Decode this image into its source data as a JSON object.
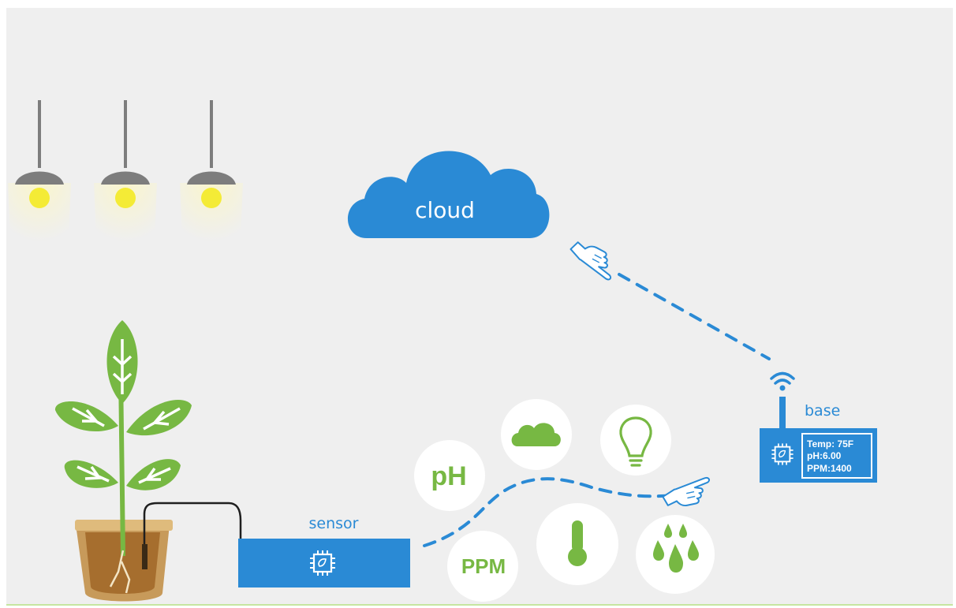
{
  "labels": {
    "cloud": "cloud",
    "sensor": "sensor",
    "base": "base"
  },
  "base_display": {
    "line1": "Temp: 75F",
    "line2": "pH:6.00",
    "line3": "PPM:1400"
  },
  "metrics": {
    "ph": "pH",
    "ppm": "PPM"
  },
  "icons": {
    "lamps": [
      "pendant-lamp-icon",
      "pendant-lamp-icon",
      "pendant-lamp-icon"
    ],
    "plant": "plant-in-pot-icon",
    "chip": "microchip-icon",
    "wifi": "wifi-icon",
    "hands": "pointing-hand-icon",
    "weather": "cloud-icon",
    "light": "light-bulb-icon",
    "temperature": "thermometer-icon",
    "water": "water-drops-icon"
  },
  "colors": {
    "background": "#efefef",
    "blue": "#2a8ad5",
    "green": "#77b843",
    "dark_green": "#4e8f2b",
    "lamp_gray": "#7d7d7d",
    "bulb_yellow": "#f4eb36",
    "pot": "#c79a5a",
    "soil": "#a66e2e"
  }
}
